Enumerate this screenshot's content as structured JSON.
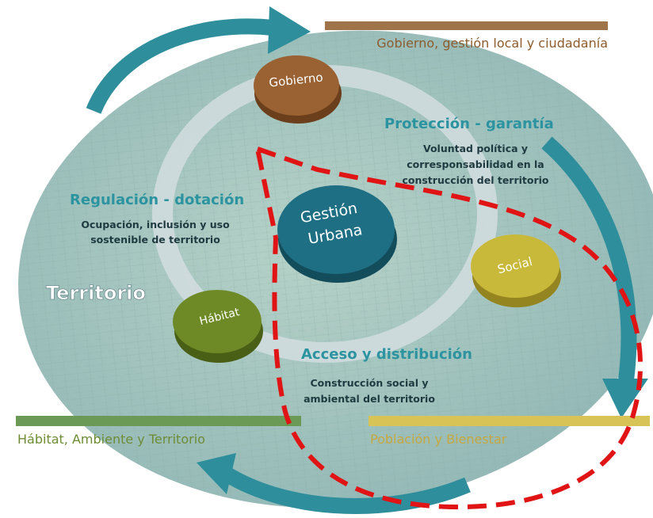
{
  "colors": {
    "background": "#ffffff",
    "ellipse": "#a6c5be",
    "ring": "#d3dde0",
    "gobierno": "#9a6132",
    "gestion": "#1e6f84",
    "social": "#c9b93a",
    "habitat": "#6e8a26",
    "arrow": "#2e8e9c",
    "bar_top": "#a0744a",
    "bar_left": "#6a9a55",
    "bar_right": "#d8c356",
    "label_teal": "#2c93a0",
    "body_text": "#1f3a40",
    "title_brown": "#8c5c2e",
    "title_green": "#6d8c35",
    "title_gold": "#c7a83f",
    "dashed": "#e01414"
  },
  "icons": {
    "cycle_arrow": "curved-arrow-icon"
  },
  "bars": {
    "top": "Gobierno, gestión local y ciudadanía",
    "left": "Hábitat, Ambiente y Territorio",
    "right": "Población y Bienestar"
  },
  "nodes": {
    "gobierno": "Gobierno",
    "gestion_line1": "Gestión",
    "gestion_line2": "Urbana",
    "social": "Social",
    "habitat": "Hábitat"
  },
  "territory_label": "Territorio",
  "proteccion": {
    "title": "Protección - garantía",
    "line1": "Voluntad política y",
    "line2": "corresponsabilidad en la",
    "line3": "construcción del territorio"
  },
  "regulacion": {
    "title": "Regulación - dotación",
    "line1": "Ocupación, inclusión y uso",
    "line2": "sostenible de territorio"
  },
  "acceso": {
    "title": "Acceso y distribución",
    "line1": "Construcción social y",
    "line2": "ambiental del territorio"
  }
}
